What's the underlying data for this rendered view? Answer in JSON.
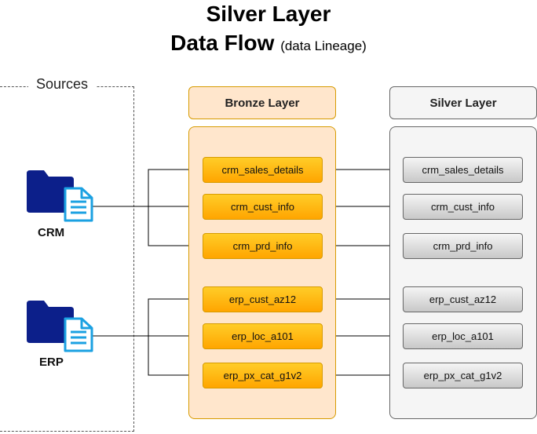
{
  "title": {
    "line1": "Silver Layer",
    "line2": "Data Flow",
    "subtitle": "(data Lineage)"
  },
  "sources": {
    "label": "Sources",
    "crm": {
      "name": "CRM",
      "icon": "folder-document-icon"
    },
    "erp": {
      "name": "ERP",
      "icon": "folder-document-icon"
    }
  },
  "bronze": {
    "header": "Bronze Layer",
    "tables": [
      "crm_sales_details",
      "crm_cust_info",
      "crm_prd_info",
      "erp_cust_az12",
      "erp_loc_a101",
      "erp_px_cat_g1v2"
    ]
  },
  "silver": {
    "header": "Silver Layer",
    "tables": [
      "crm_sales_details",
      "crm_cust_info",
      "crm_prd_info",
      "erp_cust_az12",
      "erp_loc_a101",
      "erp_px_cat_g1v2"
    ]
  },
  "colors": {
    "bronze_fill": "#ffe6cc",
    "bronze_border": "#d79b00",
    "bronze_table_top": "#ffcd28",
    "bronze_table_bottom": "#ffa500",
    "silver_fill": "#f5f5f5",
    "silver_border": "#666666",
    "folder": "#0c1f8a",
    "document": "#1ba1e2"
  }
}
